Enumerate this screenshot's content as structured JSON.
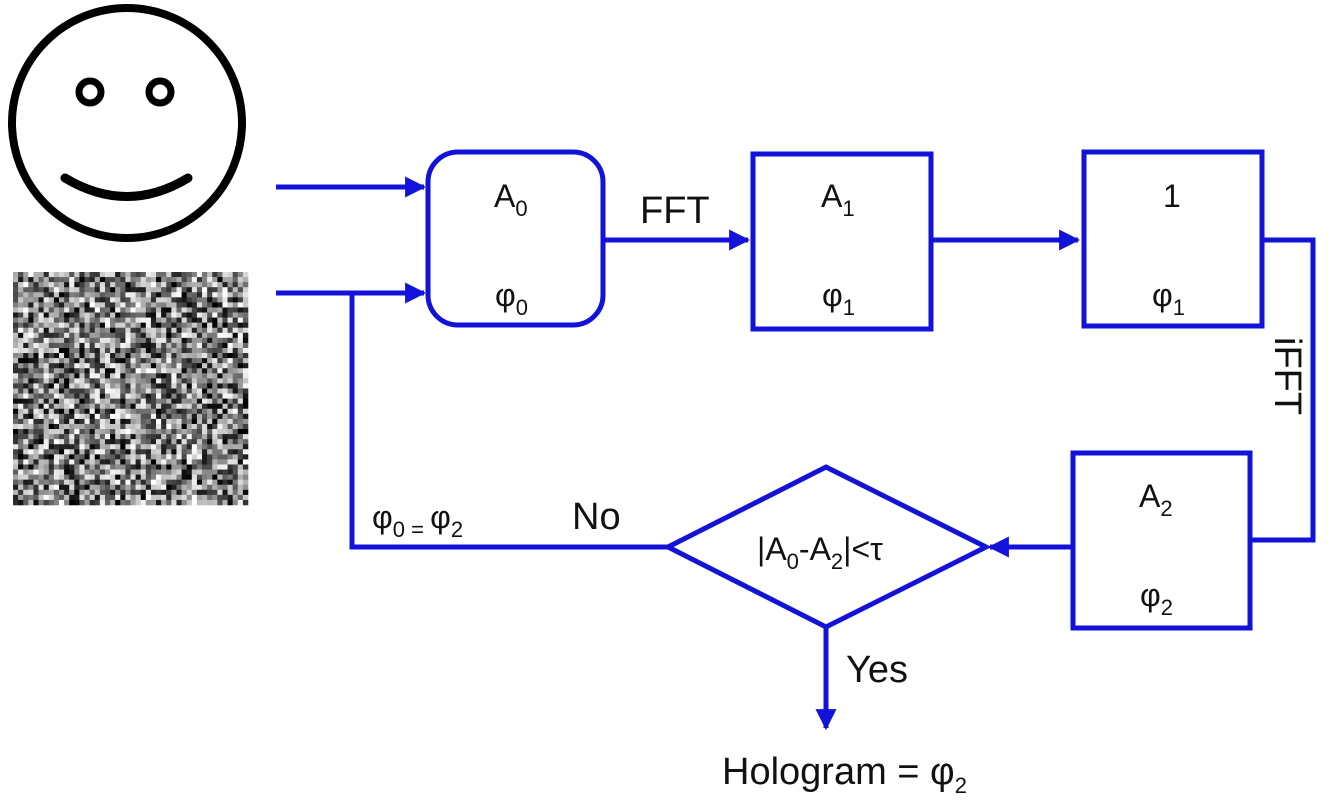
{
  "colors": {
    "flow": "#1212d8",
    "text": "#111111",
    "face": "#000000"
  },
  "input_images": {
    "amplitude": "smiley-face-icon",
    "phase": "random-noise-image"
  },
  "boxes": {
    "input": {
      "amp": "A",
      "amp_sub": "0",
      "phase": "φ",
      "phase_sub": "0"
    },
    "fourier": {
      "amp": "A",
      "amp_sub": "1",
      "phase": "φ",
      "phase_sub": "1"
    },
    "constraint": {
      "amp": "1",
      "phase": "φ",
      "phase_sub": "1"
    },
    "inverse": {
      "amp": "A",
      "amp_sub": "2",
      "phase": "φ",
      "phase_sub": "2"
    }
  },
  "labels": {
    "fft": "FFT",
    "ifft": "iFFT",
    "no": "No",
    "yes": "Yes",
    "update_lhs": "φ",
    "update_lhs_sub": "0",
    "update_eq": " = ",
    "update_rhs": "φ",
    "update_rhs_sub": "2",
    "hologram_prefix": "Hologram = ",
    "hologram_phi": "φ",
    "hologram_sub": "2"
  },
  "decision": {
    "part1": "|A",
    "sub1": "0",
    "part2": "-A",
    "sub2": "2",
    "part3": "|<τ"
  }
}
